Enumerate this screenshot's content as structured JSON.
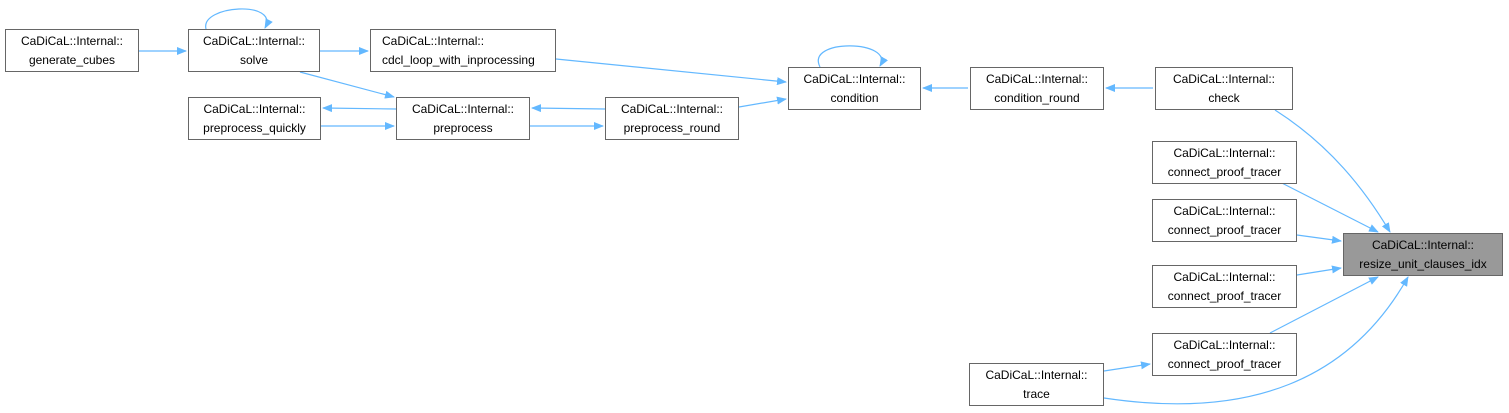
{
  "nodes": {
    "generate_cubes": {
      "ns": "CaDiCaL::Internal::",
      "name": "generate_cubes"
    },
    "solve": {
      "ns": "CaDiCaL::Internal::",
      "name": "solve"
    },
    "cdcl": {
      "ns": "CaDiCaL::Internal::",
      "name": "cdcl_loop_with_inprocessing"
    },
    "preprocess_quickly": {
      "ns": "CaDiCaL::Internal::",
      "name": "preprocess_quickly"
    },
    "preprocess": {
      "ns": "CaDiCaL::Internal::",
      "name": "preprocess"
    },
    "preprocess_round": {
      "ns": "CaDiCaL::Internal::",
      "name": "preprocess_round"
    },
    "condition": {
      "ns": "CaDiCaL::Internal::",
      "name": "condition"
    },
    "condition_round": {
      "ns": "CaDiCaL::Internal::",
      "name": "condition_round"
    },
    "check": {
      "ns": "CaDiCaL::Internal::",
      "name": "check"
    },
    "cpt1": {
      "ns": "CaDiCaL::Internal::",
      "name": "connect_proof_tracer"
    },
    "cpt2": {
      "ns": "CaDiCaL::Internal::",
      "name": "connect_proof_tracer"
    },
    "cpt3": {
      "ns": "CaDiCaL::Internal::",
      "name": "connect_proof_tracer"
    },
    "cpt4": {
      "ns": "CaDiCaL::Internal::",
      "name": "connect_proof_tracer"
    },
    "trace": {
      "ns": "CaDiCaL::Internal::",
      "name": "trace"
    },
    "resize": {
      "ns": "CaDiCaL::Internal::",
      "name": "resize_unit_clauses_idx"
    }
  },
  "colors": {
    "edge": "#63b8ff",
    "current_node": "#999999",
    "border": "#666666"
  }
}
